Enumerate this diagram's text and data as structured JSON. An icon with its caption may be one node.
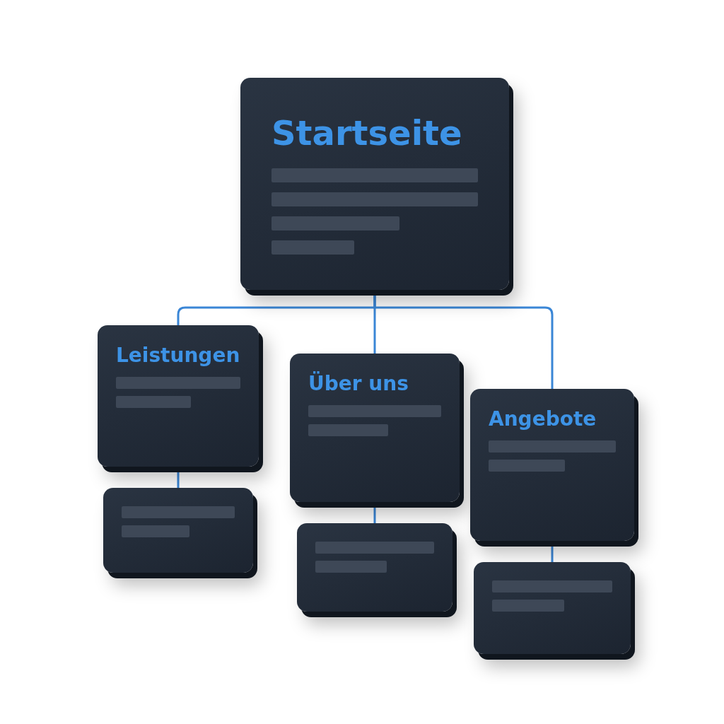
{
  "diagram": {
    "nodes": [
      {
        "text": [
          "Startseite"
        ]
      },
      {
        "text": [
          "Leistungen"
        ]
      },
      {
        "text": [
          "Über uns"
        ]
      },
      {
        "text": [
          "Angebote"
        ]
      },
      {
        "text": [],
        "shape": "box"
      },
      {
        "text": [],
        "shape": "box"
      },
      {
        "text": [],
        "shape": "box"
      }
    ],
    "edges": [
      {
        "from": 0,
        "to": 1,
        "arrow": "none"
      },
      {
        "from": 0,
        "to": 2,
        "arrow": "none"
      },
      {
        "from": 0,
        "to": 3,
        "arrow": "none"
      },
      {
        "from": 1,
        "to": 4,
        "arrow": "none"
      },
      {
        "from": 2,
        "to": 5,
        "arrow": "none"
      },
      {
        "from": 3,
        "to": 6,
        "arrow": "none"
      }
    ]
  }
}
